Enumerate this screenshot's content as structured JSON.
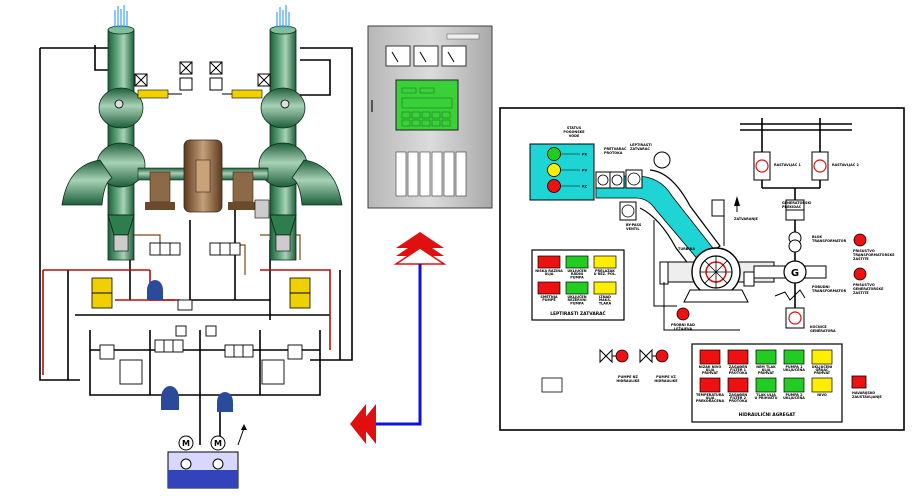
{
  "panel": {
    "status_box_title": "STATUS\nPOGONSKE\nVODE",
    "status_items": [
      {
        "label": "PK",
        "color": "#22cc22"
      },
      {
        "label": "PV",
        "color": "#ffee00"
      },
      {
        "label": "RZ",
        "color": "#ee1111"
      }
    ],
    "labels": {
      "pretvarac": "PRETVARAČ\nPROTOKA",
      "leptirasti_ventil": "LEPTIRASTI\nZATVARAČ",
      "turbina": "TURBINA",
      "zatvaranje": "ZATVARANJE",
      "by_pass": "BY-PASS\nVENTIL",
      "transformator": "BLOK\nTRANSFORMATOR",
      "rastavljac1": "RASTAVLJAČ 1",
      "rastavljac2": "RASTAVLJAČ 2",
      "generatorski_prekidac": "GENERATORSKI\nPREKIDAČ",
      "generator": "G",
      "pobudni": "POBUDNI\nTRANSFORMATOR",
      "kocnice": "KOČNICE\nGENERATORA",
      "pokretni_lezaj": "PROBNI RAD\nLEŽAJEVA",
      "prisustvo1": "PRISUSTVO\nTRANSFORMATORSKE\nZAŠTITE",
      "prisustvo2": "PRISUSTVO\nGENERATORSKE\nZAŠTITE",
      "pumpe_nz": "PUMPE NZ\nHIDRAULIKE",
      "pumpe_vz": "PUMPE VZ\nHIDRAULIKE",
      "havarijsko": "HAVARIJSKO\nZAUSTAVLJANJE"
    },
    "leptir_group": {
      "title": "LEPTIRASTI ZATVARAČ",
      "cells": [
        {
          "color": "#ee1111",
          "label": "NISKA RAZINA\nULJA"
        },
        {
          "color": "#22cc22",
          "label": "UKLJUČEN\nRADNI\nPUMPA"
        },
        {
          "color": "#ffee00",
          "label": "PRELAZAK\nU REZ. POL."
        },
        {
          "color": "#ee1111",
          "label": "SMETNJA\nPUMPE"
        },
        {
          "color": "#22cc22",
          "label": "UKLJUČEN\nREZERVNI\nPUMPA"
        },
        {
          "color": "#ffee00",
          "label": "IZNAD\nMAKS.\nTLAKA"
        }
      ]
    },
    "hydro_group": {
      "title": "HIDRAULIČNI AGREGAT",
      "cells": [
        {
          "color": "#ee1111",
          "label": "NIZAK NIVO\nULJA\nPRIHVAT"
        },
        {
          "color": "#ee1111",
          "label": "ZAGAĐEN\nFILTER 1\nPROTOKA"
        },
        {
          "color": "#22cc22",
          "label": "NEM TLAK\nULJA\nPRIHVAT"
        },
        {
          "color": "#22cc22",
          "label": "PUMPA 1\nUKLJUČENA"
        },
        {
          "color": "#ffee00",
          "label": "UKLJUČENI\nGRIJAČ\nPRIHVAT"
        },
        {
          "color": "#ee1111",
          "label": "TEMPERATURA\nULJA\nPREKORAČENA"
        },
        {
          "color": "#ee1111",
          "label": "ZAGAĐEN\nFILTER 2\nPROTOKA"
        },
        {
          "color": "#22cc22",
          "label": "TLAK ULJA\nU PRIHVATU"
        },
        {
          "color": "#22cc22",
          "label": "PUMPA 2\nUKLJUČENA"
        },
        {
          "color": "#ffee00",
          "label": "NIVO"
        }
      ]
    }
  },
  "colors": {
    "pipe_green": "#2e7d4f",
    "cabinet_gray": "#c9c9c9",
    "display_green": "#39d03a",
    "arrow_red": "#e01010",
    "arrow_blue": "#1010dd",
    "penstock_cyan": "#1fd4d4"
  }
}
